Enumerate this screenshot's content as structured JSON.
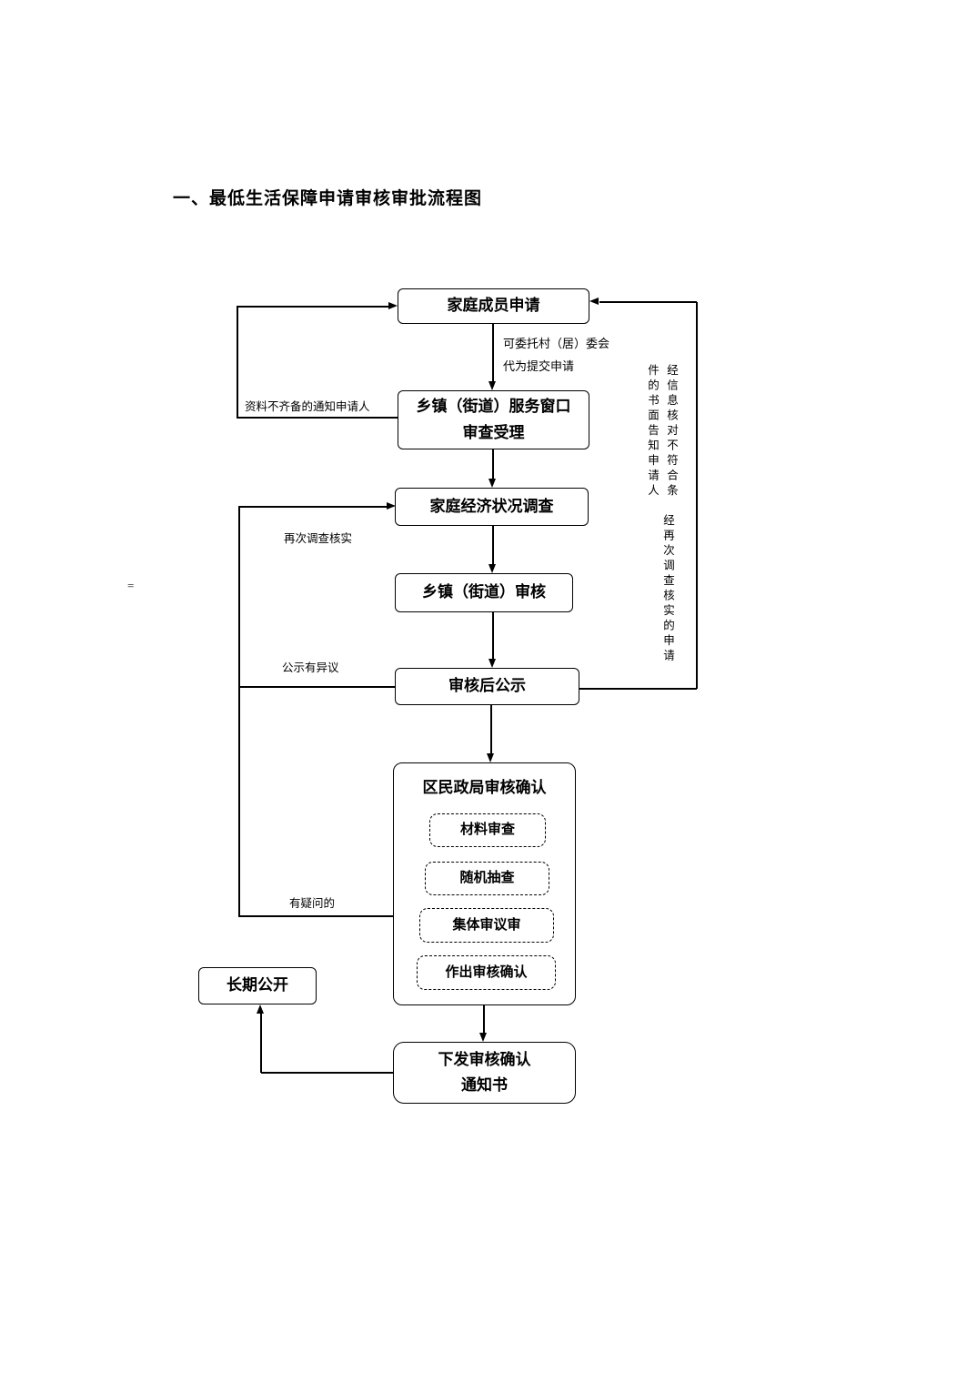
{
  "page": {
    "title": "一、最低生活保障申请审核审批流程图",
    "stray_mark": "="
  },
  "nodes": {
    "apply": "家庭成员申请",
    "window": "乡镇（街道）服务窗口\n审查受理",
    "survey": "家庭经济状况调查",
    "township_review": "乡镇（街道）审核",
    "publicity": "审核后公示",
    "district_confirm": "区民政局审核确认",
    "material_review": "材料审查",
    "random_check": "随机抽查",
    "collective_review": "集体审议审",
    "make_confirm": "作出审核确认",
    "notice": "下发审核确认\n通知书",
    "long_term_public": "长期公开"
  },
  "labels": {
    "entrust": "可委托村（居）委会\n代为提交申请",
    "incomplete_materials": "资料不齐备的通知申请人",
    "reinvestigate": "再次调查核实",
    "publicity_objection": "公示有异议",
    "doubt": "有疑问的",
    "info_check_notify": "经信息核对不符合条\n件的书面告知申请人",
    "reinvestigated_application": "经再次调查核实的申请"
  }
}
